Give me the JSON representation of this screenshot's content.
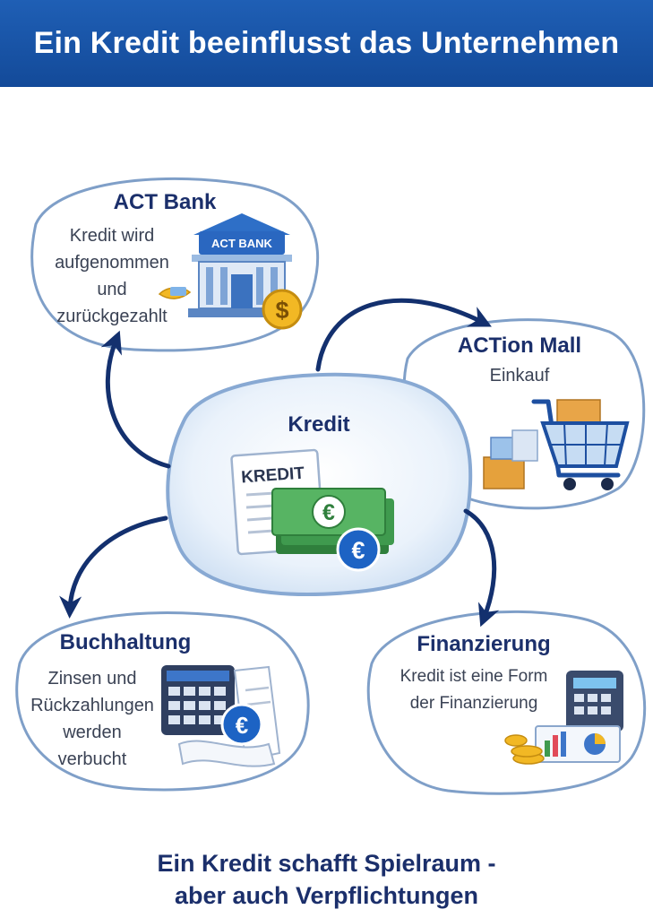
{
  "header": {
    "title": "Ein Kredit beeinflusst das Unternehmen"
  },
  "center": {
    "title": "Kredit",
    "doc_label": "KREDIT",
    "currency_symbol": "€"
  },
  "bank": {
    "title": "ACT Bank",
    "desc": [
      "Kredit wird",
      "aufgenommen",
      "und",
      "zurückgezahlt"
    ],
    "sign": "ACT BANK",
    "coin_symbol": "$"
  },
  "mall": {
    "title": "ACTion Mall",
    "desc": [
      "Einkauf"
    ]
  },
  "accounting": {
    "title": "Buchhaltung",
    "desc": [
      "Zinsen und",
      "Rückzahlungen",
      "werden",
      "verbucht"
    ],
    "currency_symbol": "€"
  },
  "financing": {
    "title": "Finanzierung",
    "desc": [
      "Kredit ist eine Form",
      "der Finanzierung"
    ]
  },
  "footer": {
    "line1": "Ein Kredit schafft Spielraum -",
    "line2": "aber auch Verpflichtungen"
  },
  "colors": {
    "header": "#1a56ab",
    "arrow": "#13306e",
    "bubble_stroke": "#7f9fc8",
    "money": "#3f9a4e",
    "coin": "#f2b824",
    "euro_coin": "#1d63c4"
  }
}
